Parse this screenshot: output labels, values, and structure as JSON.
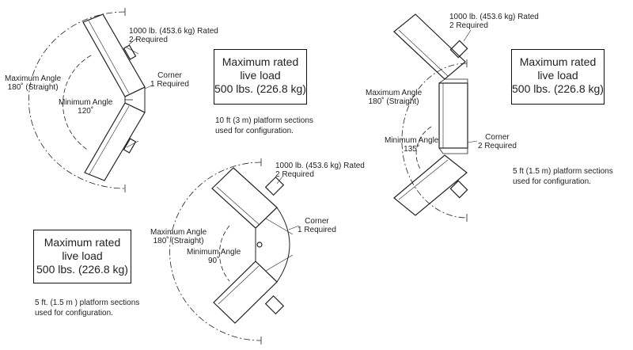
{
  "diagrams": {
    "d1": {
      "rated": [
        "1000 lb. (453.6 kg) Rated",
        "2 Required"
      ],
      "corner": [
        "Corner",
        "1 Required"
      ],
      "max_angle": [
        "Maximum Angle",
        "180˚ (Straight)"
      ],
      "min_angle": [
        "Minimum Angle",
        "120˚"
      ],
      "load": [
        "Maximum rated",
        "live load",
        "500 lbs. (226.8 kg)"
      ],
      "note": [
        "10 ft (3 m) platform sections",
        "used for configuration."
      ]
    },
    "d2": {
      "rated": [
        "1000 lb. (453.6 kg) Rated",
        "2 Required"
      ],
      "corner": [
        "Corner",
        "1 Required"
      ],
      "max_angle": [
        "Maximum Angle",
        "180˚ (Straight)"
      ],
      "min_angle": [
        "Minimum Angle",
        "90˚"
      ],
      "load": [
        "Maximum rated",
        "live load",
        "500 lbs. (226.8 kg)"
      ],
      "note": [
        "5 ft. (1.5 m ) platform sections",
        "used for configuration."
      ]
    },
    "d3": {
      "rated": [
        "1000 lb. (453.6 kg) Rated",
        "2 Required"
      ],
      "corner": [
        "Corner",
        "2 Required"
      ],
      "max_angle": [
        "Maximum Angle",
        "180˚ (Straight)"
      ],
      "min_angle": [
        "Minimum Angle",
        "135˚"
      ],
      "load": [
        "Maximum rated",
        "live load",
        "500 lbs. (226.8 kg)"
      ],
      "note": [
        "5 ft (1.5 m) platform sections",
        "used for configuration."
      ]
    }
  },
  "colors": {
    "line": "#222222",
    "thin": "#555555",
    "background": "#ffffff"
  }
}
